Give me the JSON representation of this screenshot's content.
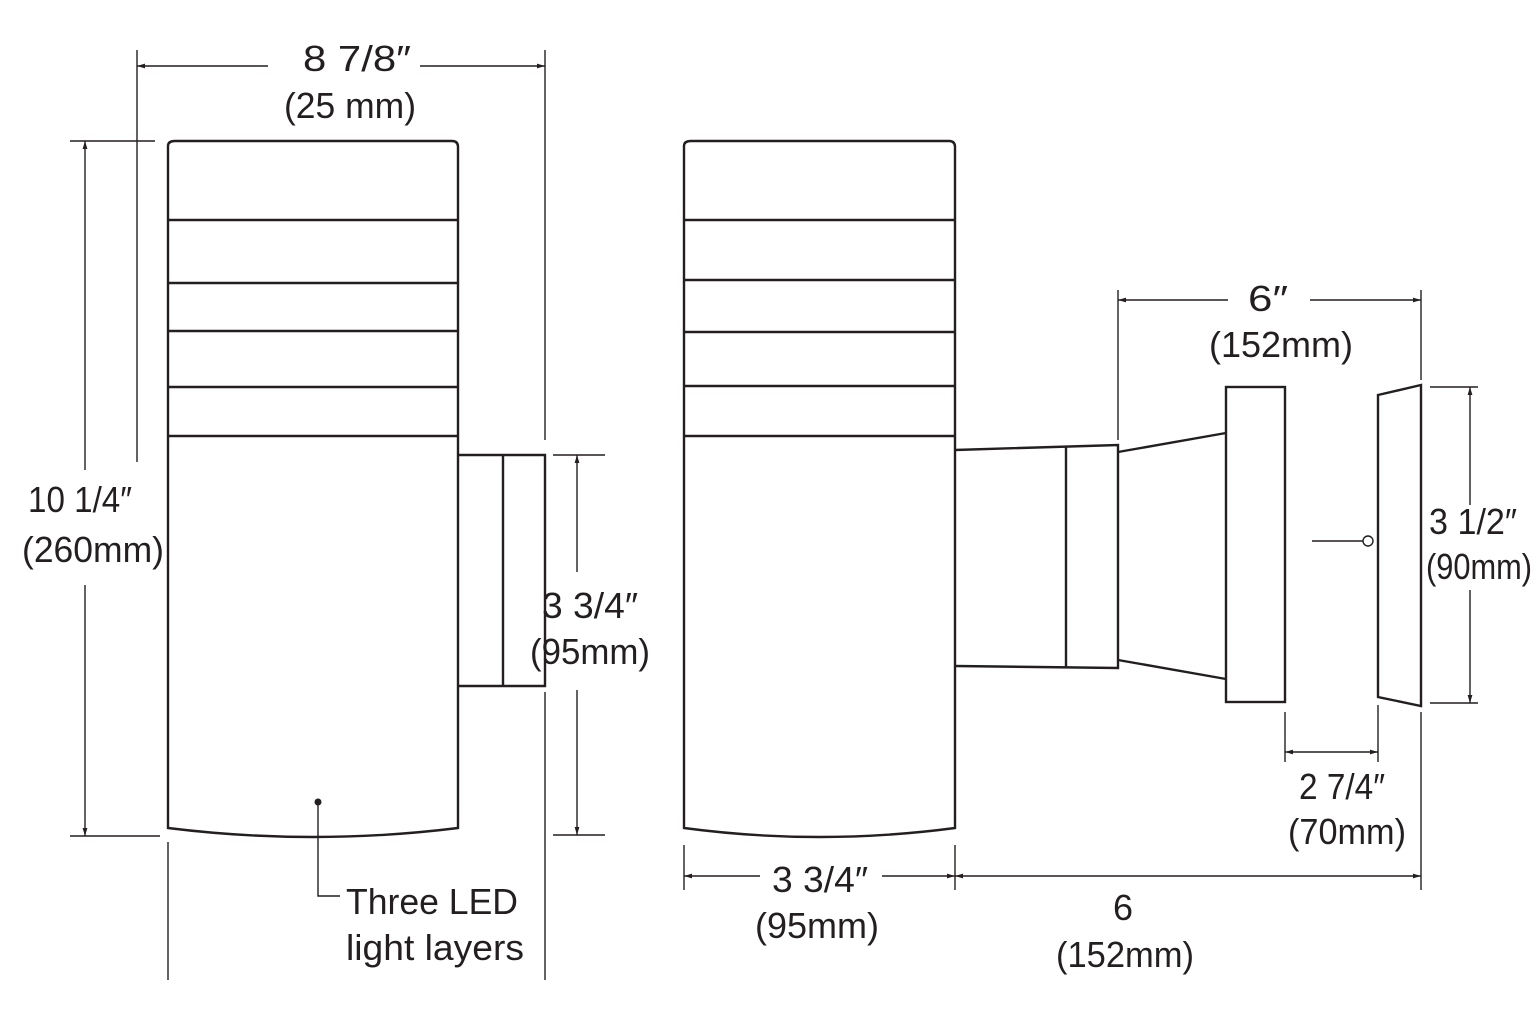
{
  "side_view": {
    "width_dim": {
      "imperial": "8 7/8″",
      "metric": "(25 mm)"
    },
    "height_dim": {
      "imperial": "10 1/4″",
      "metric": "(260mm)"
    },
    "bracket_dim": {
      "imperial": "3 3/4″",
      "metric": "(95mm)"
    },
    "callout": {
      "line1": "Three LED",
      "line2": "light layers"
    }
  },
  "front_view": {
    "body_width_dim": {
      "imperial": "3 3/4″",
      "metric": "(95mm)"
    },
    "projection_dim": {
      "imperial": "6",
      "metric": "(152mm)"
    },
    "arm_length_dim": {
      "imperial": "6″",
      "metric": "(152mm)"
    },
    "plate_height_dim": {
      "imperial": "3 1/2″",
      "metric": "(90mm)"
    },
    "plate_gap_dim": {
      "imperial": "2 7/4″",
      "metric": "(70mm)"
    }
  },
  "colors": {
    "line": "#231f20",
    "background": "#ffffff"
  }
}
